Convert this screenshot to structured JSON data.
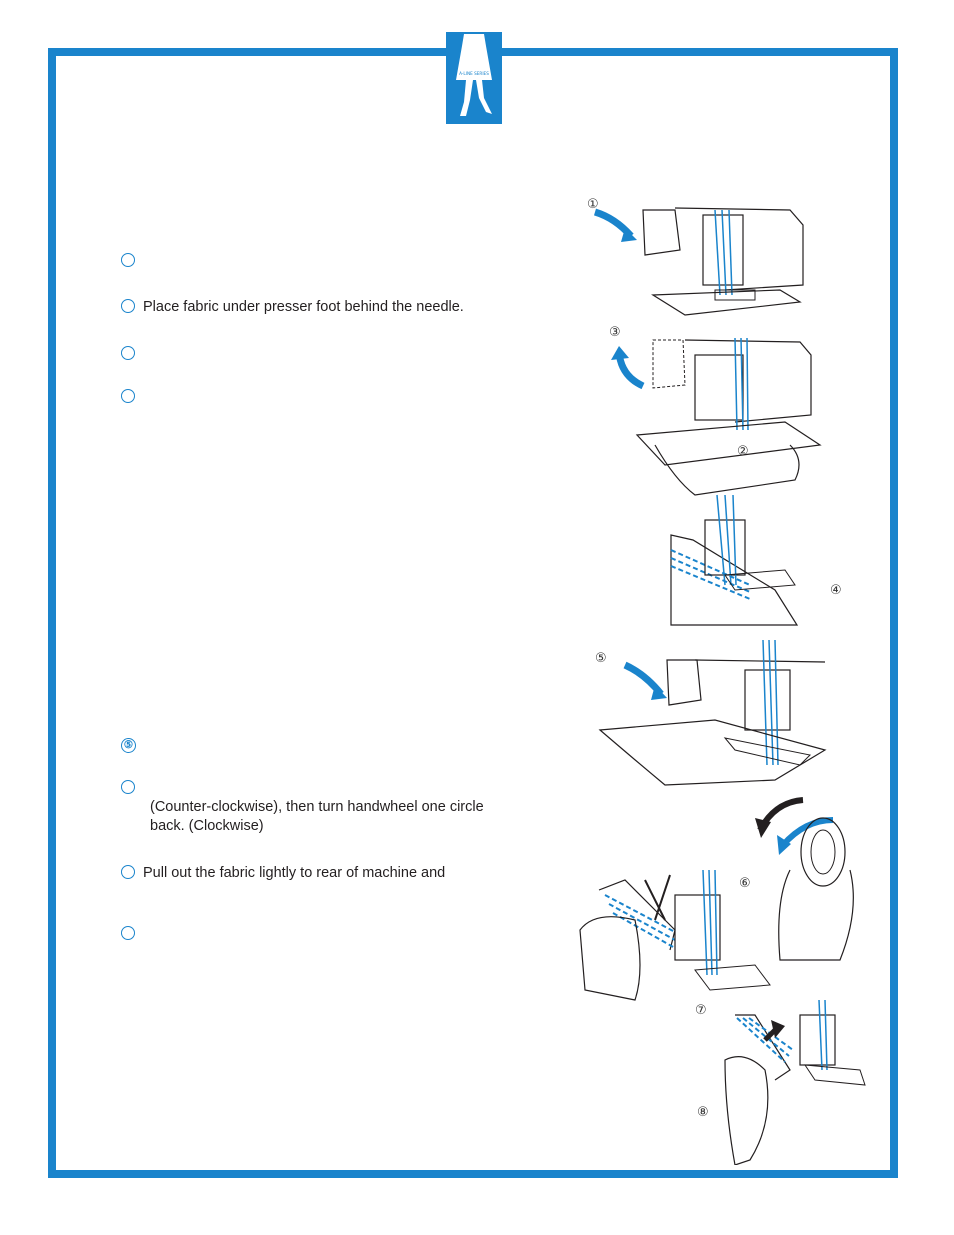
{
  "logo": {
    "text": "A-LINE SERIES",
    "icon": "dress-woman-icon"
  },
  "steps": {
    "s1": {
      "marker": "",
      "text": ""
    },
    "s2": {
      "marker": "",
      "text": "Place fabric under presser foot behind the needle."
    },
    "s3": {
      "marker": "",
      "text": ""
    },
    "s4": {
      "marker": "",
      "text": ""
    },
    "s5": {
      "marker": "⑤",
      "text": ""
    },
    "s6": {
      "marker": "",
      "line1": "",
      "line2": "(Counter-clockwise), then turn handwheel one circle",
      "line3": "back. (Clockwise)"
    },
    "s7": {
      "marker": "",
      "text": "Pull out the fabric lightly to rear of machine and"
    },
    "s8": {
      "marker": "",
      "text": ""
    }
  },
  "figure_labels": [
    "①",
    "②",
    "③",
    "④",
    "⑤",
    "⑥",
    "⑦",
    "⑧"
  ],
  "colors": {
    "accent": "#1a84cc",
    "line": "#231f20"
  }
}
